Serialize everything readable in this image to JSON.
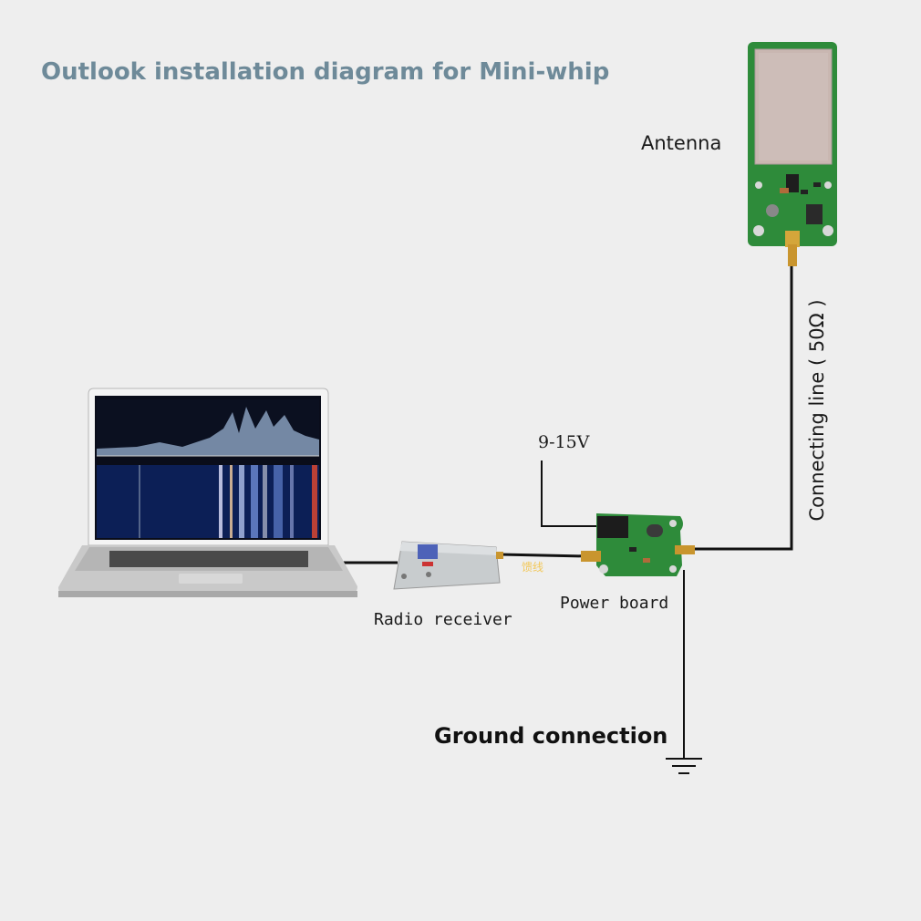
{
  "diagram": {
    "title": "Outlook installation diagram for Mini-whip",
    "labels": {
      "antenna": "Antenna",
      "connecting_line": "Connecting line ( 50Ω )",
      "voltage": "9-15V",
      "power_board": "Power board",
      "radio_receiver": "Radio receiver",
      "ground_connection": "Ground connection",
      "feeder": "馈线"
    },
    "colors": {
      "title": "#6e8a99",
      "pcb": "#2e8b3a",
      "wire": "#111111",
      "background": "#eeeeee"
    }
  }
}
